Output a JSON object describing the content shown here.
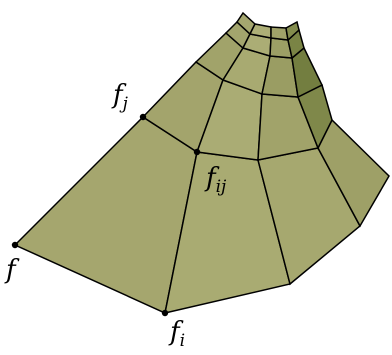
{
  "diagram": {
    "face_color": "#a3a46c",
    "face_color_light": "#b1b37d",
    "face_color_dark": "#6f7a3e",
    "edge_color": "#000000",
    "background": "#ffffff"
  },
  "labels": {
    "f": {
      "base": "f",
      "sub": ""
    },
    "fi": {
      "base": "f",
      "sub": "i"
    },
    "fj": {
      "base": "f",
      "sub": "j"
    },
    "fij": {
      "base": "f",
      "sub": "ij"
    }
  }
}
